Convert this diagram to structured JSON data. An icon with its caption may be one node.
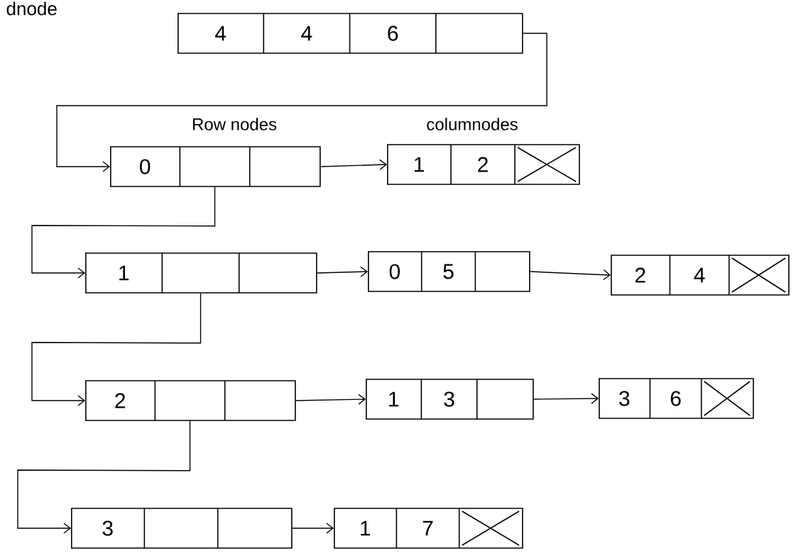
{
  "diagram": {
    "nodes": [
      {
        "text": [
          "4",
          "4",
          "6"
        ]
      },
      {
        "text": [
          "0"
        ]
      },
      {
        "text": [
          "1",
          "2"
        ]
      },
      {
        "text": [
          "1"
        ]
      },
      {
        "text": [
          "0",
          "5"
        ]
      },
      {
        "text": [
          "2",
          "4"
        ]
      },
      {
        "text": [
          "2"
        ]
      },
      {
        "text": [
          "1",
          "3"
        ]
      },
      {
        "text": [
          "3",
          "6"
        ]
      },
      {
        "text": [
          "3"
        ]
      },
      {
        "text": [
          "1",
          "7"
        ]
      }
    ],
    "edges": [
      {
        "from": 0,
        "to": 1,
        "arrow": "to"
      },
      {
        "from": 1,
        "to": 2,
        "arrow": "to"
      },
      {
        "from": 1,
        "to": 3,
        "arrow": "to"
      },
      {
        "from": 3,
        "to": 4,
        "arrow": "to"
      },
      {
        "from": 4,
        "to": 5,
        "arrow": "to"
      },
      {
        "from": 3,
        "to": 6,
        "arrow": "to"
      },
      {
        "from": 6,
        "to": 7,
        "arrow": "to"
      },
      {
        "from": 7,
        "to": 8,
        "arrow": "to"
      },
      {
        "from": 6,
        "to": 9,
        "arrow": "to"
      },
      {
        "from": 9,
        "to": 10,
        "arrow": "to"
      }
    ],
    "labels": [
      "dnode",
      "Row nodes",
      "columnodes"
    ]
  }
}
